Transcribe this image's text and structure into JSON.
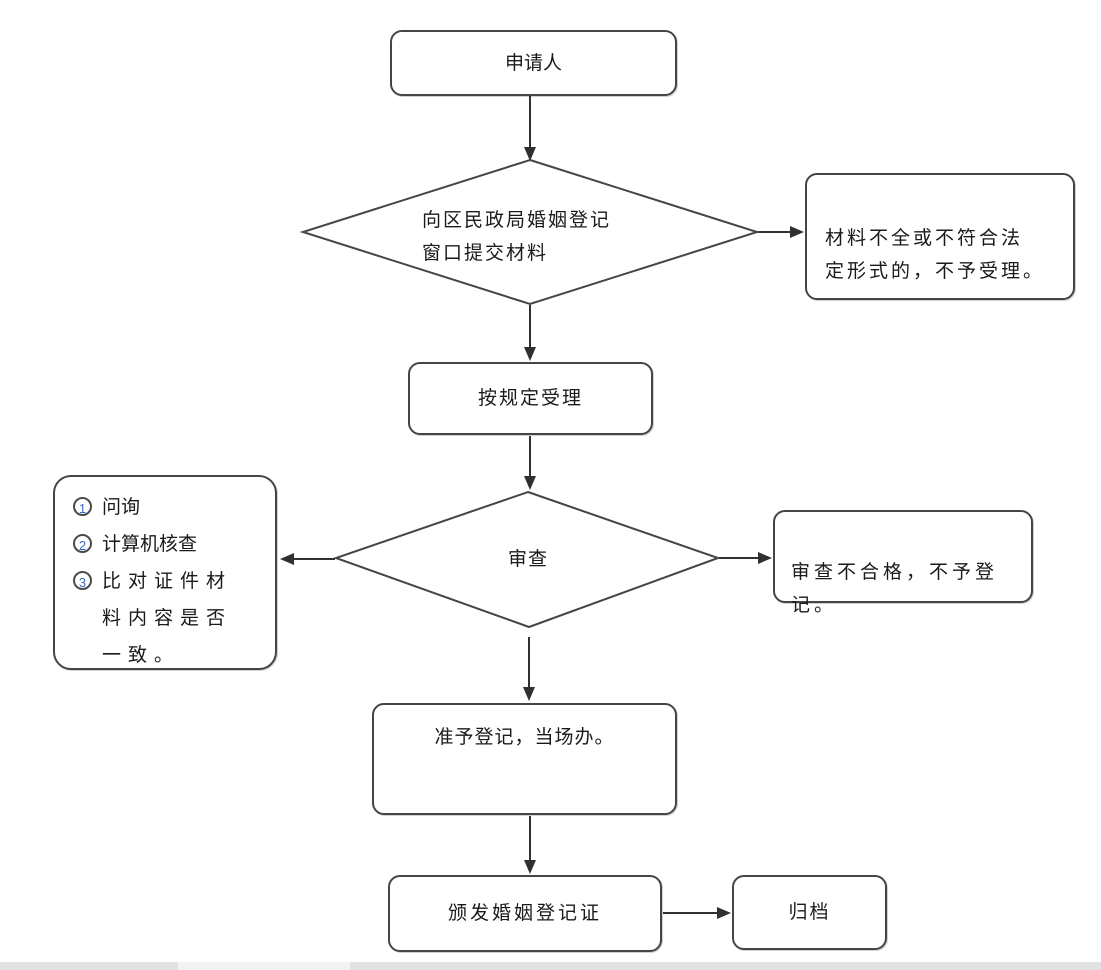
{
  "flowchart": {
    "title_hint": "marriage-registration-process-flowchart",
    "nodes": {
      "applicant": {
        "label": "申请人"
      },
      "submit": {
        "label": "向区民政局婚姻登记\n窗口提交材料"
      },
      "reject_materials": {
        "label": "材料不全或不符合法\n定形式的，不予受理。"
      },
      "accept": {
        "label": "按规定受理"
      },
      "review": {
        "label": "审查"
      },
      "review_methods": {
        "items": [
          {
            "marker": "1",
            "text": "问询"
          },
          {
            "marker": "2",
            "text": "计算机核查"
          },
          {
            "marker": "3",
            "text": "比对证件材\n料内容是否\n一致。"
          }
        ]
      },
      "reject_review": {
        "label": "审查不合格，不予登\n记。"
      },
      "approve": {
        "label": "准予登记，当场办。"
      },
      "issue": {
        "label": "颁发婚姻登记证"
      },
      "archive": {
        "label": "归档"
      }
    },
    "colors": {
      "box_border": "#454545",
      "connector_line": "#303030",
      "text": "#1a1a1a",
      "marker_digit": "#3a6cc0",
      "scrollbar_track": "#e2e2e2",
      "scrollbar_thumb": "#f3f3f3"
    }
  }
}
